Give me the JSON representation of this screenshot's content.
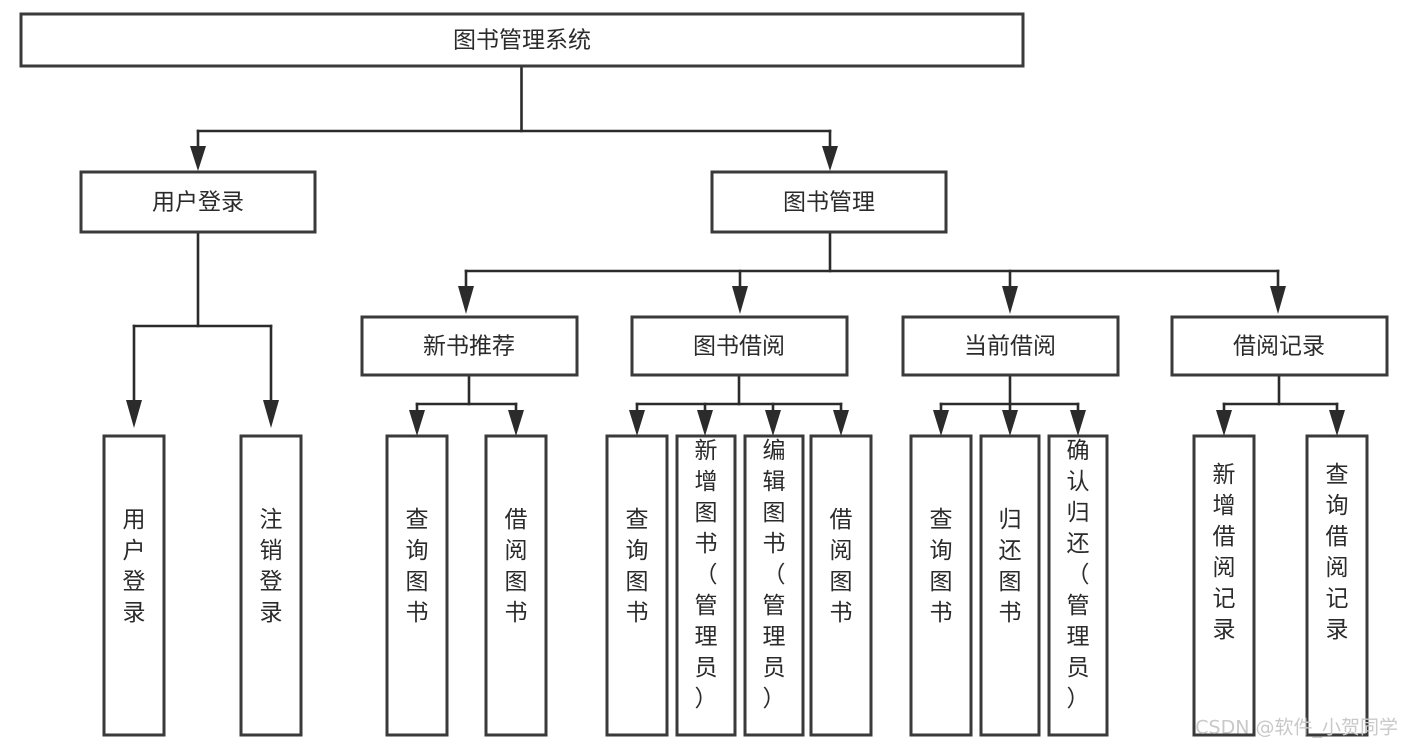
{
  "diagram": {
    "title": "图书管理系统",
    "type": "tree-hierarchy",
    "watermark": "CSDN @软件_小贺同学",
    "colors": {
      "box_stroke": "#3a3a3a",
      "box_fill": "#ffffff",
      "connector": "#2b2b2b",
      "text": "#2b2b2b",
      "watermark": "#c9c9c9",
      "background": "#ffffff"
    },
    "levels": {
      "root": {
        "label": "图书管理系统"
      },
      "level2": [
        {
          "id": "user-login",
          "label": "用户登录"
        },
        {
          "id": "book-management",
          "label": "图书管理"
        }
      ],
      "level3": [
        {
          "id": "new-book-recommend",
          "label": "新书推荐",
          "parent": "book-management"
        },
        {
          "id": "book-borrow",
          "label": "图书借阅",
          "parent": "book-management"
        },
        {
          "id": "current-borrow",
          "label": "当前借阅",
          "parent": "book-management"
        },
        {
          "id": "borrow-record",
          "label": "借阅记录",
          "parent": "book-management"
        }
      ],
      "leaves": [
        {
          "id": "leaf-user-login",
          "label": "用户登录",
          "parent": "user-login"
        },
        {
          "id": "leaf-logout-login",
          "label": "注销登录",
          "parent": "user-login"
        },
        {
          "id": "leaf-query-book-1",
          "label": "查询图书",
          "parent": "new-book-recommend"
        },
        {
          "id": "leaf-borrow-book-1",
          "label": "借阅图书",
          "parent": "new-book-recommend"
        },
        {
          "id": "leaf-query-book-2",
          "label": "查询图书",
          "parent": "book-borrow"
        },
        {
          "id": "leaf-add-book",
          "label": "新增图书（管理员）",
          "parent": "book-borrow"
        },
        {
          "id": "leaf-edit-book",
          "label": "编辑图书（管理员）",
          "parent": "book-borrow"
        },
        {
          "id": "leaf-borrow-book-2",
          "label": "借阅图书",
          "parent": "book-borrow"
        },
        {
          "id": "leaf-query-book-3",
          "label": "查询图书",
          "parent": "current-borrow"
        },
        {
          "id": "leaf-return-book",
          "label": "归还图书",
          "parent": "current-borrow"
        },
        {
          "id": "leaf-confirm-return",
          "label": "确认归还（管理员）",
          "parent": "current-borrow"
        },
        {
          "id": "leaf-add-record",
          "label": "新增借阅记录",
          "parent": "borrow-record"
        },
        {
          "id": "leaf-query-record",
          "label": "查询借阅记录",
          "parent": "borrow-record"
        }
      ]
    }
  }
}
